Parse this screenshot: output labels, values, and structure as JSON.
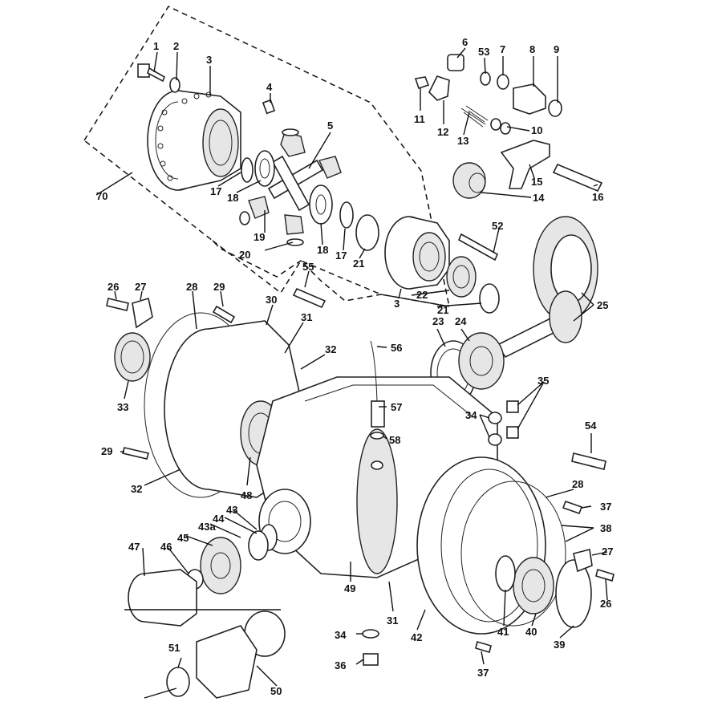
{
  "diagram": {
    "labels": [
      {
        "id": "l1",
        "text": "1"
      },
      {
        "id": "l2",
        "text": "2"
      },
      {
        "id": "l3a",
        "text": "3"
      },
      {
        "id": "l4",
        "text": "4"
      },
      {
        "id": "l5",
        "text": "5"
      },
      {
        "id": "l6",
        "text": "6"
      },
      {
        "id": "l53",
        "text": "53"
      },
      {
        "id": "l7",
        "text": "7"
      },
      {
        "id": "l8",
        "text": "8"
      },
      {
        "id": "l9",
        "text": "9"
      },
      {
        "id": "l11",
        "text": "11"
      },
      {
        "id": "l12",
        "text": "12"
      },
      {
        "id": "l13",
        "text": "13"
      },
      {
        "id": "l10",
        "text": "10"
      },
      {
        "id": "l15",
        "text": "15"
      },
      {
        "id": "l14",
        "text": "14"
      },
      {
        "id": "l16",
        "text": "16"
      },
      {
        "id": "l70",
        "text": "70"
      },
      {
        "id": "l17a",
        "text": "17"
      },
      {
        "id": "l18a",
        "text": "18"
      },
      {
        "id": "l19",
        "text": "19"
      },
      {
        "id": "l20",
        "text": "20"
      },
      {
        "id": "l18b",
        "text": "18"
      },
      {
        "id": "l17b",
        "text": "17"
      },
      {
        "id": "l21a",
        "text": "21"
      },
      {
        "id": "l52",
        "text": "52"
      },
      {
        "id": "l55",
        "text": "55"
      },
      {
        "id": "l22",
        "text": "22"
      },
      {
        "id": "l3b",
        "text": "3"
      },
      {
        "id": "l21b",
        "text": "21"
      },
      {
        "id": "l25",
        "text": "25"
      },
      {
        "id": "l26a",
        "text": "26"
      },
      {
        "id": "l27a",
        "text": "27"
      },
      {
        "id": "l28a",
        "text": "28"
      },
      {
        "id": "l29a",
        "text": "29"
      },
      {
        "id": "l30",
        "text": "30"
      },
      {
        "id": "l31a",
        "text": "31"
      },
      {
        "id": "l32a",
        "text": "32"
      },
      {
        "id": "l23",
        "text": "23"
      },
      {
        "id": "l24",
        "text": "24"
      },
      {
        "id": "l56",
        "text": "56"
      },
      {
        "id": "l33",
        "text": "33"
      },
      {
        "id": "l57",
        "text": "57"
      },
      {
        "id": "l35",
        "text": "35"
      },
      {
        "id": "l34a",
        "text": "34"
      },
      {
        "id": "l58",
        "text": "58"
      },
      {
        "id": "l54",
        "text": "54"
      },
      {
        "id": "l29b",
        "text": "29"
      },
      {
        "id": "l32b",
        "text": "32"
      },
      {
        "id": "l48",
        "text": "48"
      },
      {
        "id": "l28b",
        "text": "28"
      },
      {
        "id": "l37a",
        "text": "37"
      },
      {
        "id": "l43",
        "text": "43"
      },
      {
        "id": "l44",
        "text": "44"
      },
      {
        "id": "l43a",
        "text": "43a"
      },
      {
        "id": "l38",
        "text": "38"
      },
      {
        "id": "l45",
        "text": "45"
      },
      {
        "id": "l27b",
        "text": "27"
      },
      {
        "id": "l47",
        "text": "47"
      },
      {
        "id": "l46",
        "text": "46"
      },
      {
        "id": "l26b",
        "text": "26"
      },
      {
        "id": "l49",
        "text": "49"
      },
      {
        "id": "l31b",
        "text": "31"
      },
      {
        "id": "l41",
        "text": "41"
      },
      {
        "id": "l40",
        "text": "40"
      },
      {
        "id": "l42",
        "text": "42"
      },
      {
        "id": "l39",
        "text": "39"
      },
      {
        "id": "l34b",
        "text": "34"
      },
      {
        "id": "l51",
        "text": "51"
      },
      {
        "id": "l36",
        "text": "36"
      },
      {
        "id": "l37b",
        "text": "37"
      },
      {
        "id": "l50",
        "text": "50"
      }
    ]
  }
}
